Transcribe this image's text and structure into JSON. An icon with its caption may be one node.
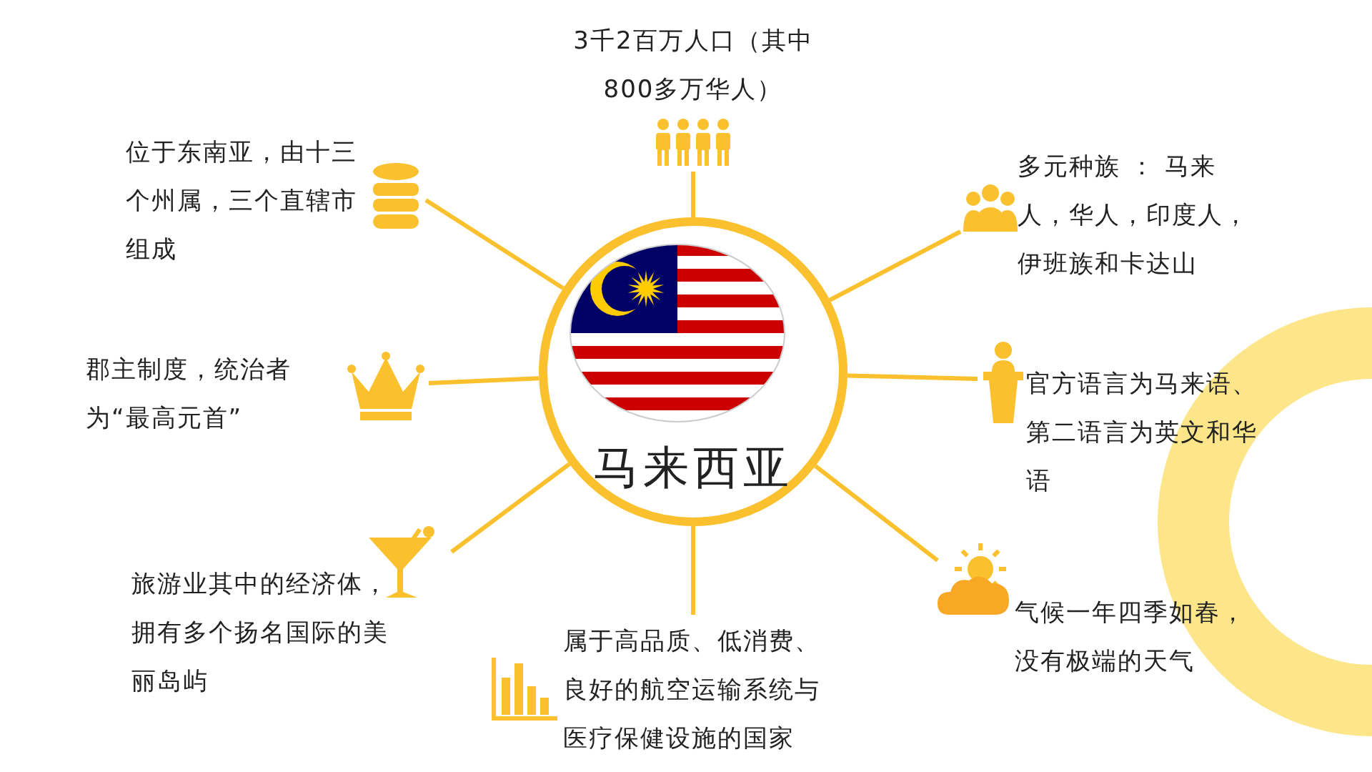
{
  "diagram": {
    "nodes": [
      {
        "text": [
          "马来西亚"
        ]
      },
      {
        "text": [
          "3千2百万人口（其中800多万华人）"
        ]
      },
      {
        "text": [
          "位于东南亚，由十三个州属，三个直辖市组成"
        ]
      },
      {
        "text": [
          "多元种族 ： 马来人，华人，印度人，伊班族和卡达山"
        ]
      },
      {
        "text": [
          "郡主制度，统治者为“最高元首”"
        ]
      },
      {
        "text": [
          "官方语言为马来语、第二语言为英文和华语"
        ]
      },
      {
        "text": [
          "旅游业其中的经济体，拥有多个扬名国际的美丽岛屿"
        ]
      },
      {
        "text": [
          "属于高品质、低消费、良好的航空运输系统与医疗保健设施的国家"
        ]
      },
      {
        "text": [
          "气候一年四季如春，没有极端的天气"
        ]
      }
    ],
    "edges": [
      {
        "from": 0,
        "to": 1,
        "arrow": "none"
      },
      {
        "from": 0,
        "to": 2,
        "arrow": "none"
      },
      {
        "from": 0,
        "to": 3,
        "arrow": "none"
      },
      {
        "from": 0,
        "to": 4,
        "arrow": "none"
      },
      {
        "from": 0,
        "to": 5,
        "arrow": "none"
      },
      {
        "from": 0,
        "to": 6,
        "arrow": "none"
      },
      {
        "from": 0,
        "to": 7,
        "arrow": "none"
      },
      {
        "from": 0,
        "to": 8,
        "arrow": "none"
      }
    ]
  }
}
